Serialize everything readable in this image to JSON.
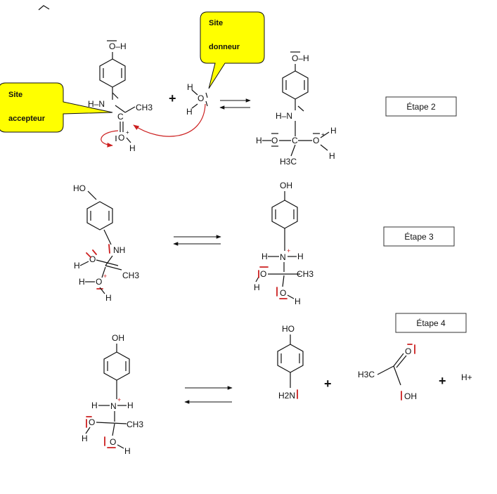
{
  "callouts": {
    "donor": [
      "Site",
      "donneur"
    ],
    "acceptor": [
      "Site",
      "accepteur"
    ]
  },
  "steps": {
    "step2": "Étape 2",
    "step3": "Étape 3",
    "step4": "Étape 4"
  },
  "labels": {
    "oh_top": "O–H",
    "o": "O",
    "oh": "OH",
    "ho": "HO",
    "h": "H",
    "n": "N",
    "nh": "NH",
    "hn": "H–N",
    "ch3": "CH3",
    "h3c": "H3C",
    "h2n": "H2N",
    "c": "C",
    "plus": "+",
    "hplus": "H+"
  },
  "colors": {
    "callout": "#ffff00",
    "electron_arrow": "#cc1f1f",
    "lone_pair_highlight": "#cc1f1f"
  }
}
